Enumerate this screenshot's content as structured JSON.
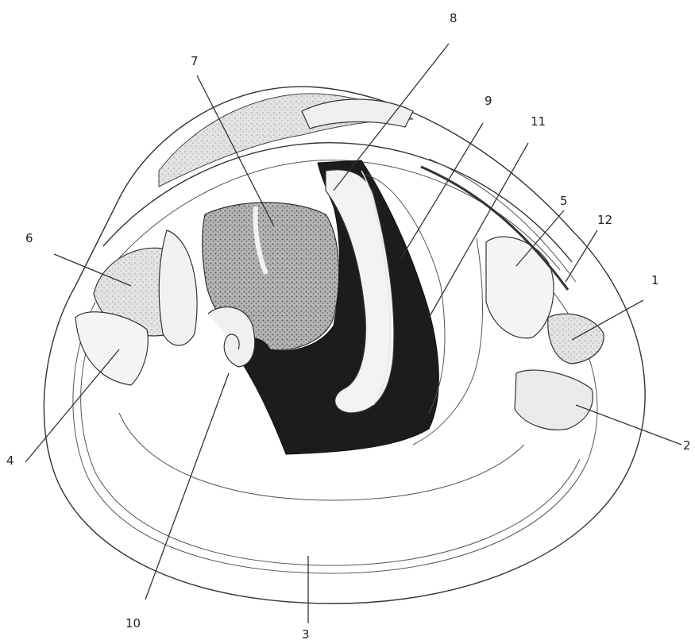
{
  "labels": {
    "l1": "1",
    "l2": "2",
    "l3": "3",
    "l4": "4",
    "l5": "5",
    "l6": "6",
    "l7": "7",
    "l8": "8",
    "l9": "9",
    "l10": "10",
    "l11": "11",
    "l12": "12"
  },
  "colors": {
    "line": "#333333",
    "dark_region": "#1c1c1c",
    "stipple_region": "#8a8a8a",
    "shade_region": "#d6d6d6"
  }
}
